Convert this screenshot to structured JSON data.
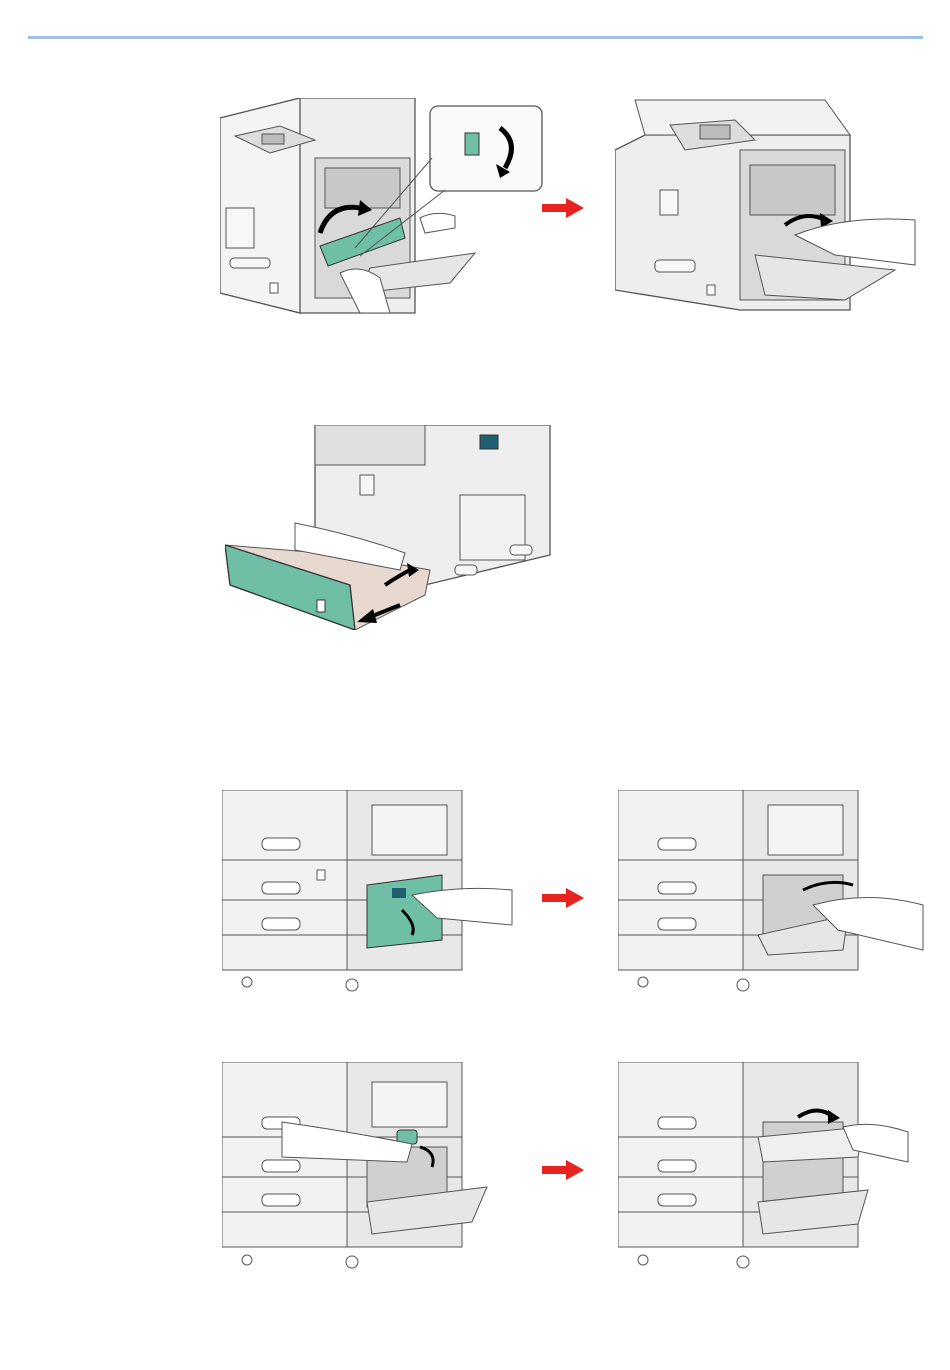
{
  "page": {
    "header_rule_color": "#9cc3e6",
    "arrow_color": "#e8231f",
    "tray_color": "#6fbfa6",
    "machine_color": "#ececec",
    "outline_color": "#555555"
  },
  "illustrations": [
    {
      "name": "open-right-cover-and-lift-fuser-lever",
      "icon": "printer-right-cover-open-icon"
    },
    {
      "name": "remove-jammed-paper-from-right-cover",
      "icon": "printer-paper-removal-icon"
    },
    {
      "name": "pull-out-paper-cassette",
      "icon": "cassette-pull-out-icon"
    },
    {
      "name": "open-lower-right-cover",
      "icon": "lower-cover-open-icon"
    },
    {
      "name": "remove-paper-from-lower-right-cover",
      "icon": "lower-cover-paper-removal-icon"
    },
    {
      "name": "open-middle-right-cover",
      "icon": "middle-cover-open-icon"
    },
    {
      "name": "remove-paper-from-middle-right-cover",
      "icon": "middle-cover-paper-removal-icon"
    }
  ],
  "arrows": [
    "right-arrow-icon",
    "right-arrow-icon",
    "right-arrow-icon"
  ]
}
